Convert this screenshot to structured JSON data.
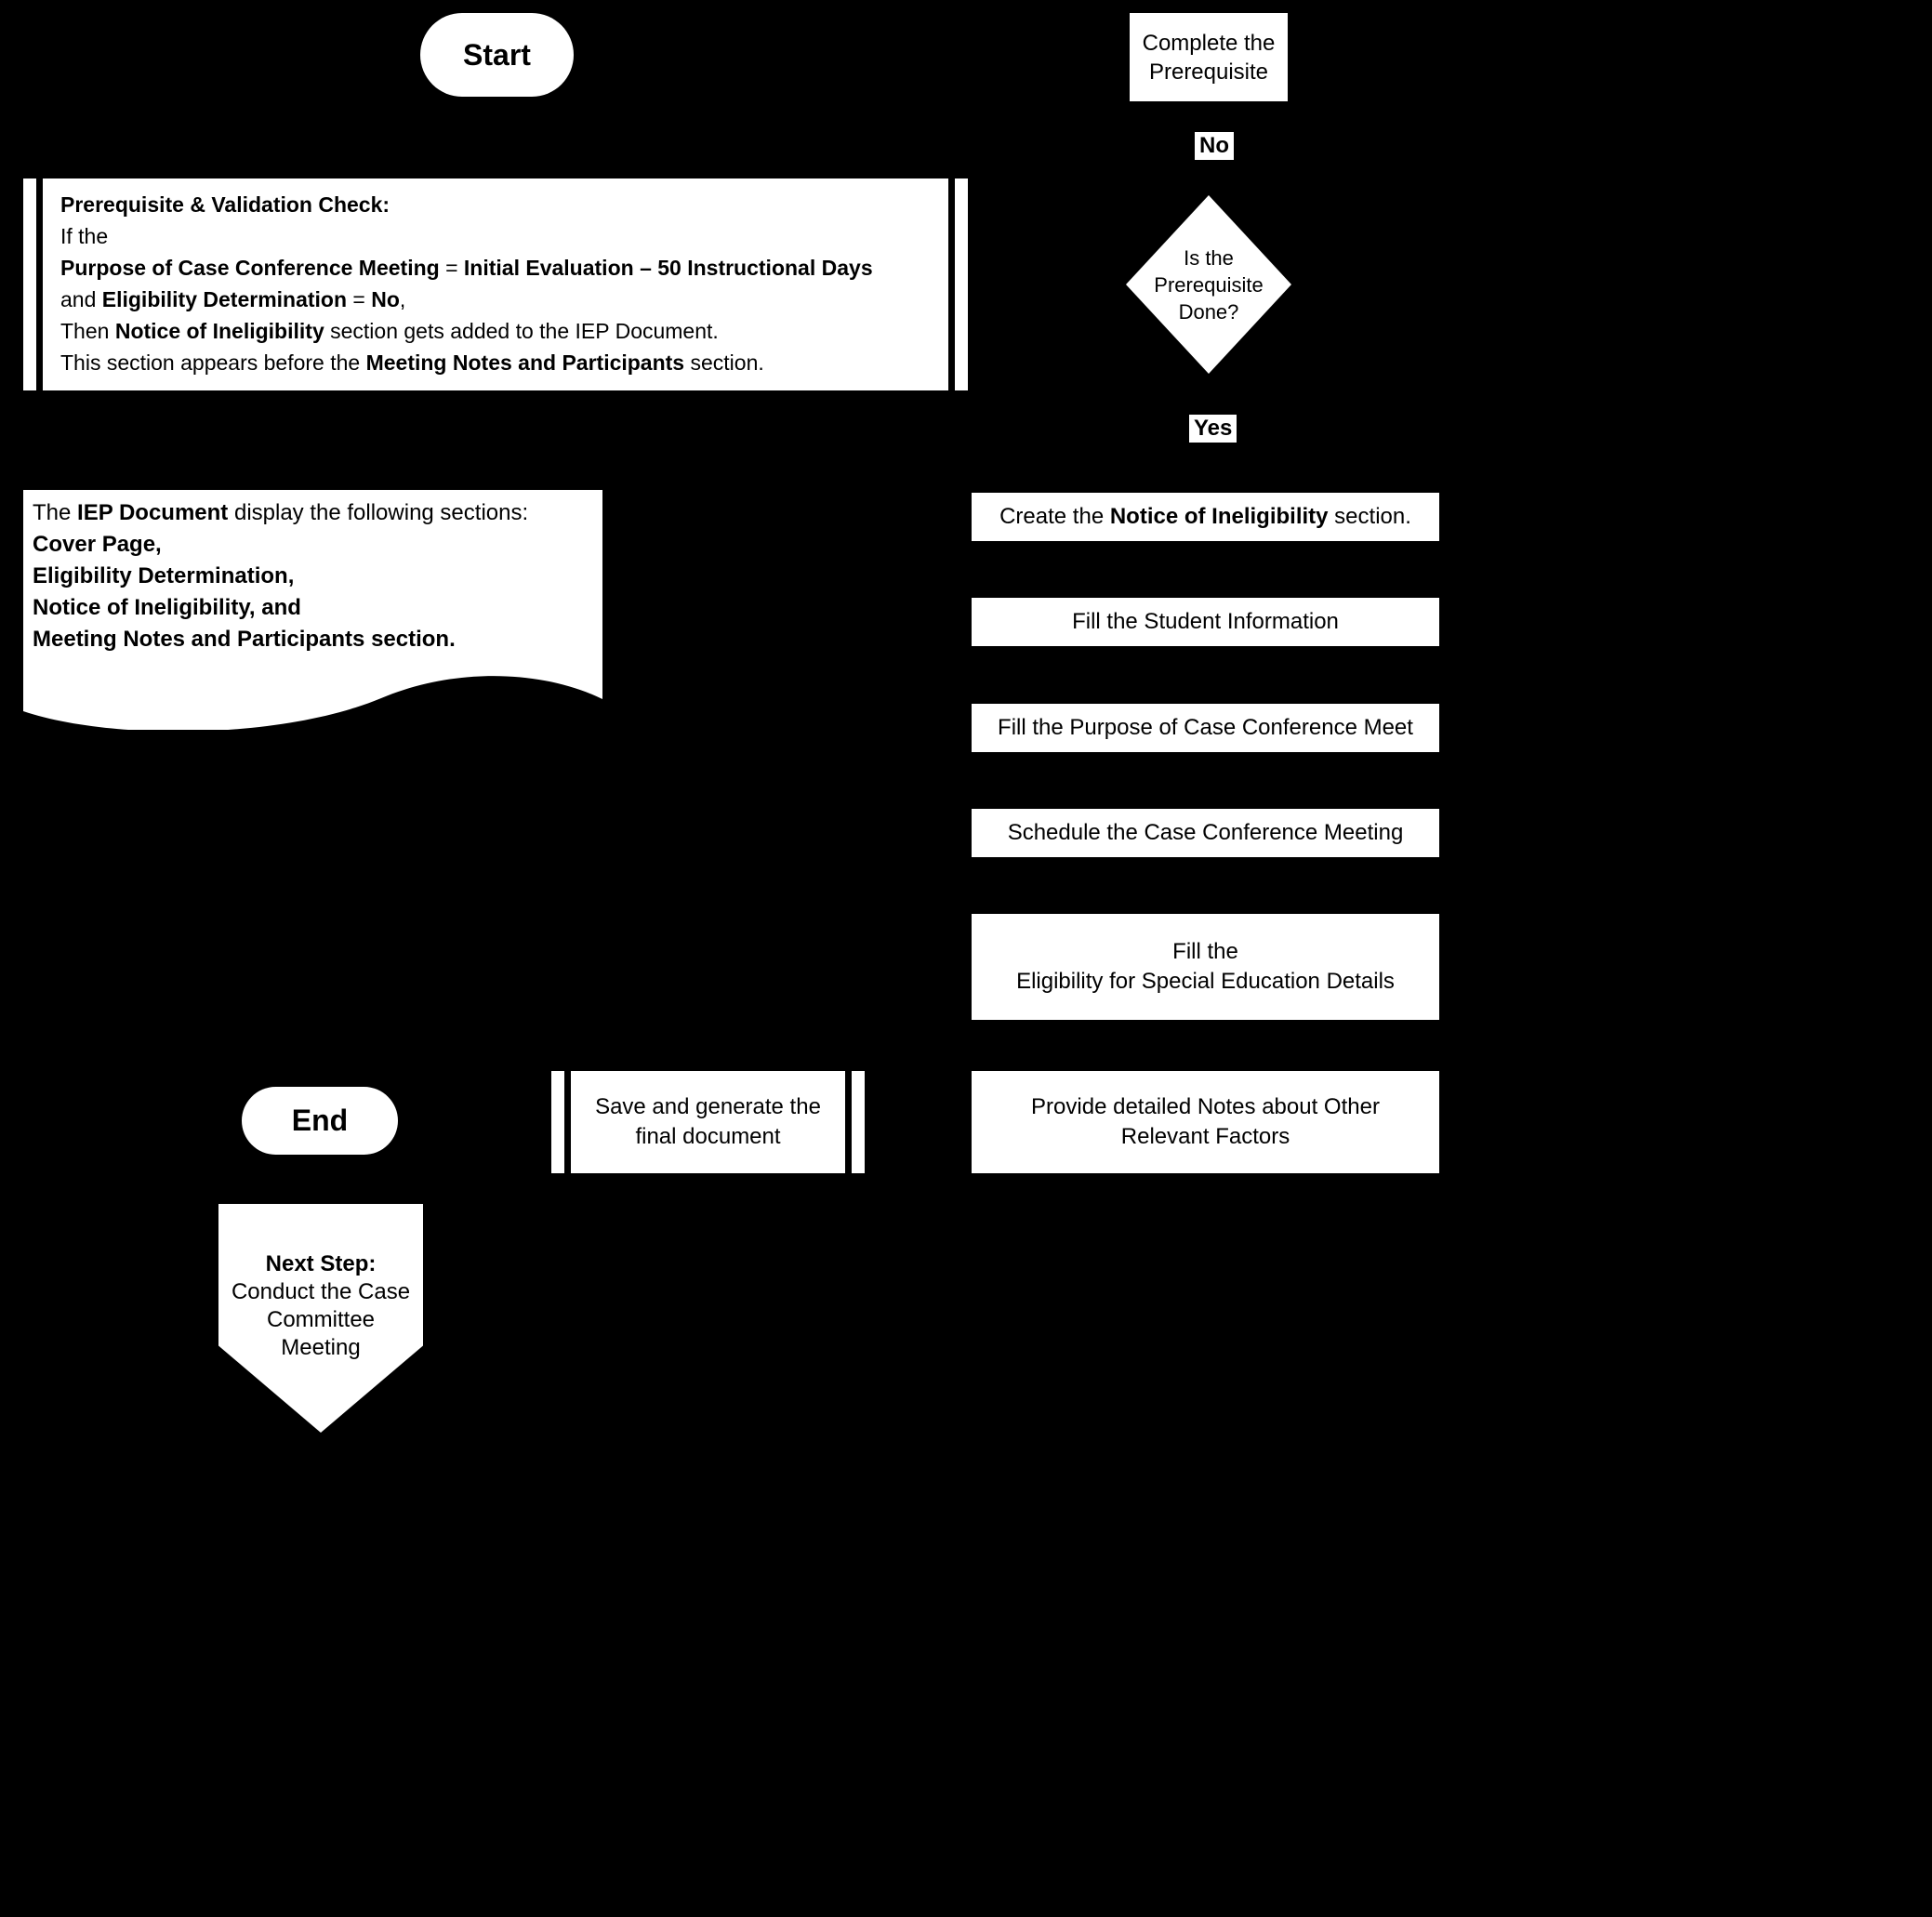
{
  "colors": {
    "background": "#000000",
    "shape_fill": "#ffffff",
    "text": "#000000"
  },
  "start_node": {
    "label": "Start"
  },
  "complete_prerequisite_node": {
    "lines": [
      "Complete the",
      "Prerequisite"
    ]
  },
  "no_label": "No",
  "yes_label": "Yes",
  "decision_node": {
    "lines": [
      "Is the",
      "Prerequisite",
      "Done?"
    ]
  },
  "validation_node": {
    "title": "Prerequisite & Validation Check:",
    "line2": "If the",
    "line3": {
      "bold1": "Purpose of Case Conference Meeting",
      "mid": " = ",
      "bold2": "Initial Evaluation – 50 Instructional Days"
    },
    "line4": {
      "pre": "and ",
      "bold1": "Eligibility Determination",
      "mid": " = ",
      "bold2": "No",
      "post": ","
    },
    "line5": {
      "pre": "Then ",
      "bold": "Notice of Ineligibility",
      "post": " section gets added to the IEP Document."
    },
    "line6": {
      "pre": "This section appears before the ",
      "bold": "Meeting Notes and Participants",
      "post": " section."
    }
  },
  "iep_document_node": {
    "line1": {
      "pre": "The ",
      "bold": "IEP Document",
      "post": " display the following sections:"
    },
    "line2": "Cover Page,",
    "line3": "Eligibility Determination,",
    "line4": "Notice of Ineligibility, and",
    "line5": "Meeting Notes and Participants section."
  },
  "create_notice_node": {
    "pre": "Create the ",
    "bold": "Notice of Ineligibility",
    "post": " section."
  },
  "student_info_node": {
    "label": "Fill the Student Information"
  },
  "purpose_node": {
    "label": "Fill the Purpose of Case Conference Meet"
  },
  "schedule_node": {
    "label": "Schedule the Case Conference Meeting"
  },
  "eligibility_node": {
    "lines": [
      "Fill the",
      "Eligibility for Special Education Details"
    ]
  },
  "notes_node": {
    "lines": [
      "Provide detailed Notes about Other",
      "Relevant Factors"
    ]
  },
  "save_node": {
    "lines": [
      "Save and generate the",
      "final document"
    ]
  },
  "end_node": {
    "label": "End"
  },
  "next_step_node": {
    "title": "Next Step:",
    "lines": [
      "Conduct the Case",
      "Committee",
      "Meeting"
    ]
  }
}
